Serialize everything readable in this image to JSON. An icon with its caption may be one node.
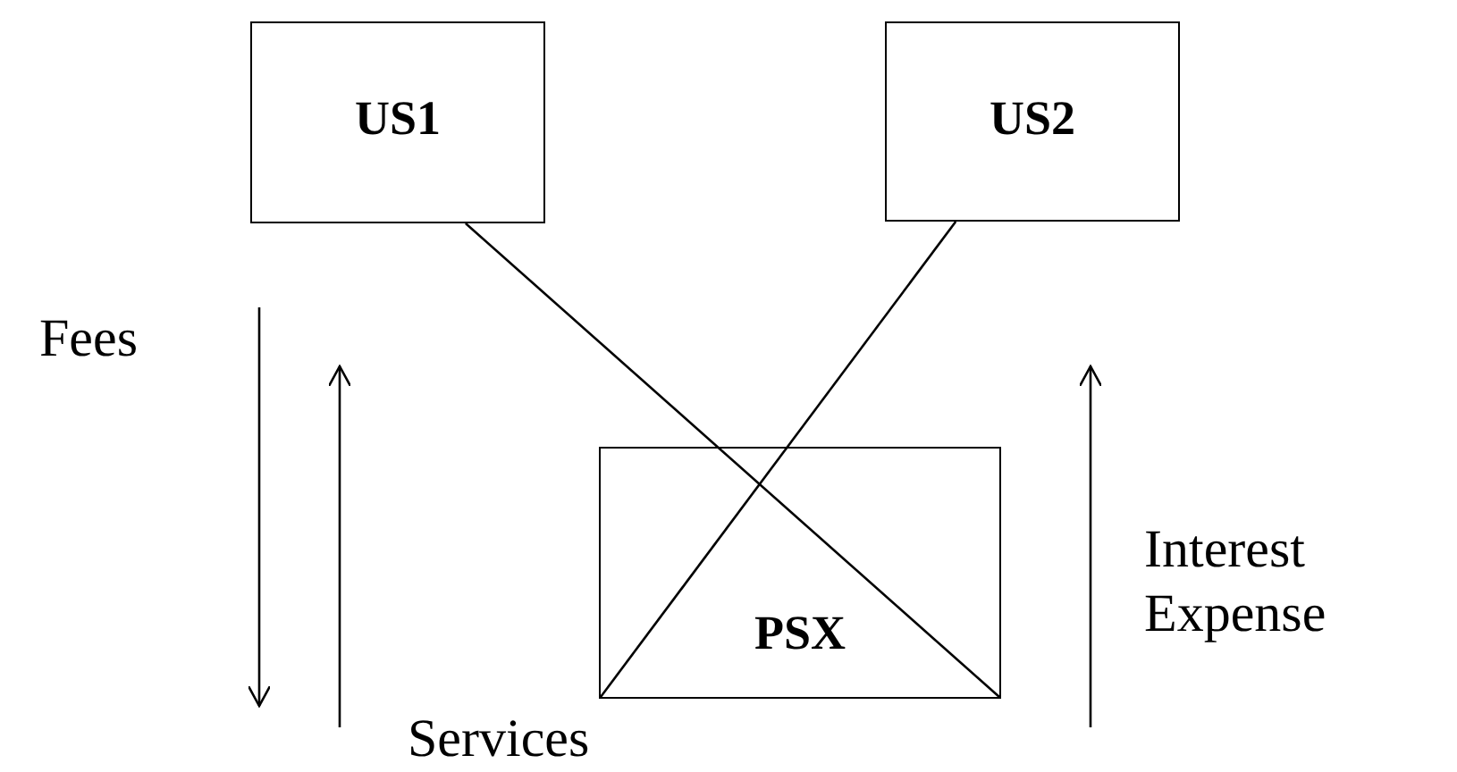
{
  "diagram": {
    "nodes": [
      {
        "text": [
          "US1"
        ]
      },
      {
        "text": [
          "US2"
        ]
      },
      {
        "text": [
          "PSX"
        ]
      }
    ],
    "edges": [
      {
        "from": 0,
        "to": 2,
        "arrow": "none"
      },
      {
        "from": 1,
        "to": 2,
        "arrow": "none"
      }
    ],
    "labels": [
      "Fees",
      "Interest Expense",
      "Services"
    ]
  }
}
